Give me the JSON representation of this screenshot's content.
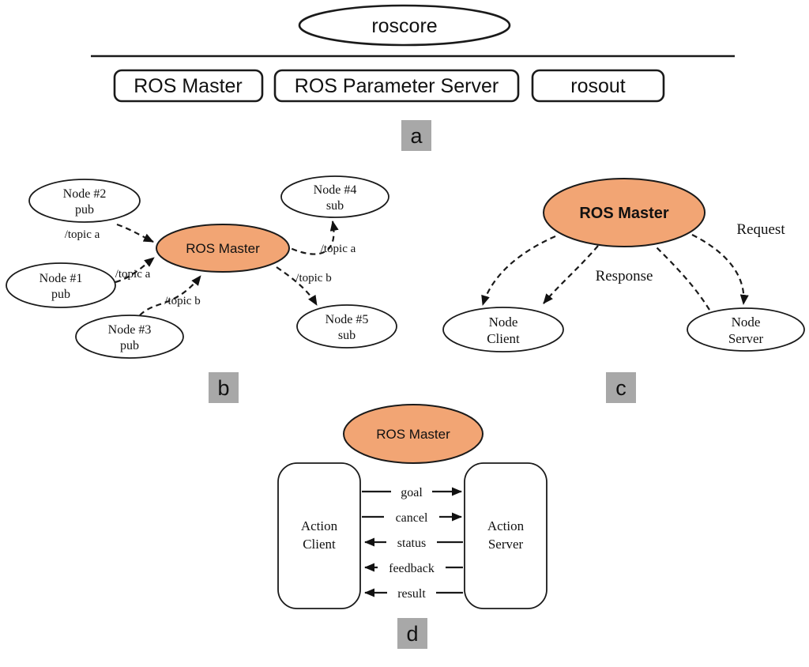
{
  "colors": {
    "master_fill": "#F2A574",
    "node_fill": "#FFFFFF",
    "stroke": "#1A1A1A",
    "label_bg": "#A8A8A8"
  },
  "section_a": {
    "roscore_label": "roscore",
    "boxes": [
      {
        "label": "ROS Master"
      },
      {
        "label": "ROS Parameter Server"
      },
      {
        "label": "rosout"
      }
    ],
    "tag": "a"
  },
  "section_b": {
    "master_label": "ROS Master",
    "nodes": [
      {
        "name": "Node #2",
        "role": "pub"
      },
      {
        "name": "Node #1",
        "role": "pub"
      },
      {
        "name": "Node #3",
        "role": "pub"
      },
      {
        "name": "Node #4",
        "role": "sub"
      },
      {
        "name": "Node #5",
        "role": "sub"
      }
    ],
    "topic_labels": [
      {
        "text": "/topic a"
      },
      {
        "text": "/topic a"
      },
      {
        "text": "/topic b"
      },
      {
        "text": "/topic a"
      },
      {
        "text": "/topic b"
      }
    ],
    "tag": "b"
  },
  "section_c": {
    "master_label": "ROS Master",
    "client": {
      "line1": "Node",
      "line2": "Client"
    },
    "server": {
      "line1": "Node",
      "line2": "Server"
    },
    "request_label": "Request",
    "response_label": "Response",
    "tag": "c"
  },
  "section_d": {
    "master_label": "ROS Master",
    "client": {
      "line1": "Action",
      "line2": "Client"
    },
    "server": {
      "line1": "Action",
      "line2": "Server"
    },
    "messages": [
      {
        "text": "goal",
        "direction": "right"
      },
      {
        "text": "cancel",
        "direction": "right"
      },
      {
        "text": "status",
        "direction": "left"
      },
      {
        "text": "feedback",
        "direction": "left"
      },
      {
        "text": "result",
        "direction": "left"
      }
    ],
    "tag": "d"
  }
}
